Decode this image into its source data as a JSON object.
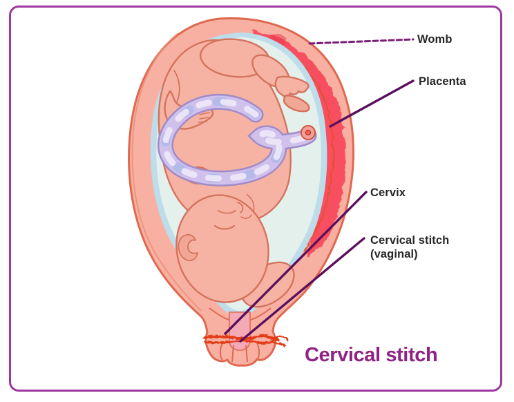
{
  "frame": {
    "border_color": "#9E37A0",
    "background": "#FFFFFF"
  },
  "title": {
    "text": "Cervical stitch",
    "color": "#8E2383"
  },
  "callouts": {
    "womb": {
      "label": "Womb",
      "line_style": "dashed"
    },
    "placenta": {
      "label": "Placenta",
      "line_style": "solid"
    },
    "cervix": {
      "label": "Cervix",
      "line_style": "solid"
    },
    "cervical_stitch": {
      "label": "Cervical stitch",
      "sublabel": "(vaginal)",
      "line_style": "solid"
    }
  },
  "illustration": {
    "subject": "pregnant womb with fetus, placenta and cervical stitch (vaginal cerclage)",
    "parts": [
      "womb-wall",
      "amniotic-sac",
      "amniotic-fluid",
      "placenta",
      "cord-insertion",
      "umbilical-cord",
      "fetus",
      "cervix-canal",
      "cervical-stitch-suture"
    ],
    "colors": {
      "leader_line": "#5A0F5C",
      "leader_line_dashed": "#7C1B78",
      "label_text": "#262626",
      "womb_wall": "#F7B0A1",
      "womb_outline": "#E0684F",
      "amniotic_sac_ring": "#BDDDEB",
      "amniotic_fluid": "#E4F0EC",
      "placenta_red": "#F7505E",
      "placenta_edge": "#E2502F",
      "umbilical_cord": "#CFC0EC",
      "cord_outline": "#9E8BC8",
      "fetus_skin": "#F6B3A4",
      "fetus_outline": "#D4735C",
      "stitch_red": "#E33B16",
      "cervix_canal": "#F4A9B6"
    }
  }
}
